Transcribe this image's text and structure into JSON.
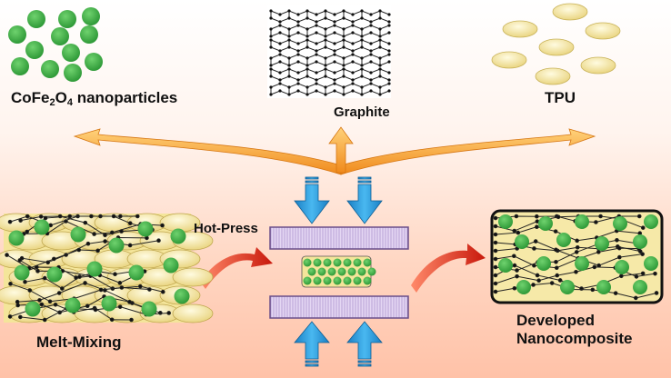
{
  "labels": {
    "cofe_base": "CoFe",
    "cofe_sub1": "2",
    "cofe_o": "O",
    "cofe_sub2": "4",
    "cofe_rest": " nanoparticles",
    "graphite": "Graphite",
    "tpu": "TPU",
    "hot_press": "Hot-Press",
    "melt_mixing": "Melt-Mixing",
    "developed_line1": "Developed",
    "developed_line2": "Nanocomposite"
  },
  "colors": {
    "particle_green": "#3cb043",
    "tpu_yellow": "#f4e59a",
    "press_arrow_blue": "#29a3e0",
    "flow_arrow_orange": "#f5a623",
    "curved_arrow_red": "#d8261a",
    "press_plate": "#d9c6ee"
  },
  "icons": {
    "press_arrows": "arrow-down-icon",
    "process_arrows": "curved-arrow-icon"
  }
}
